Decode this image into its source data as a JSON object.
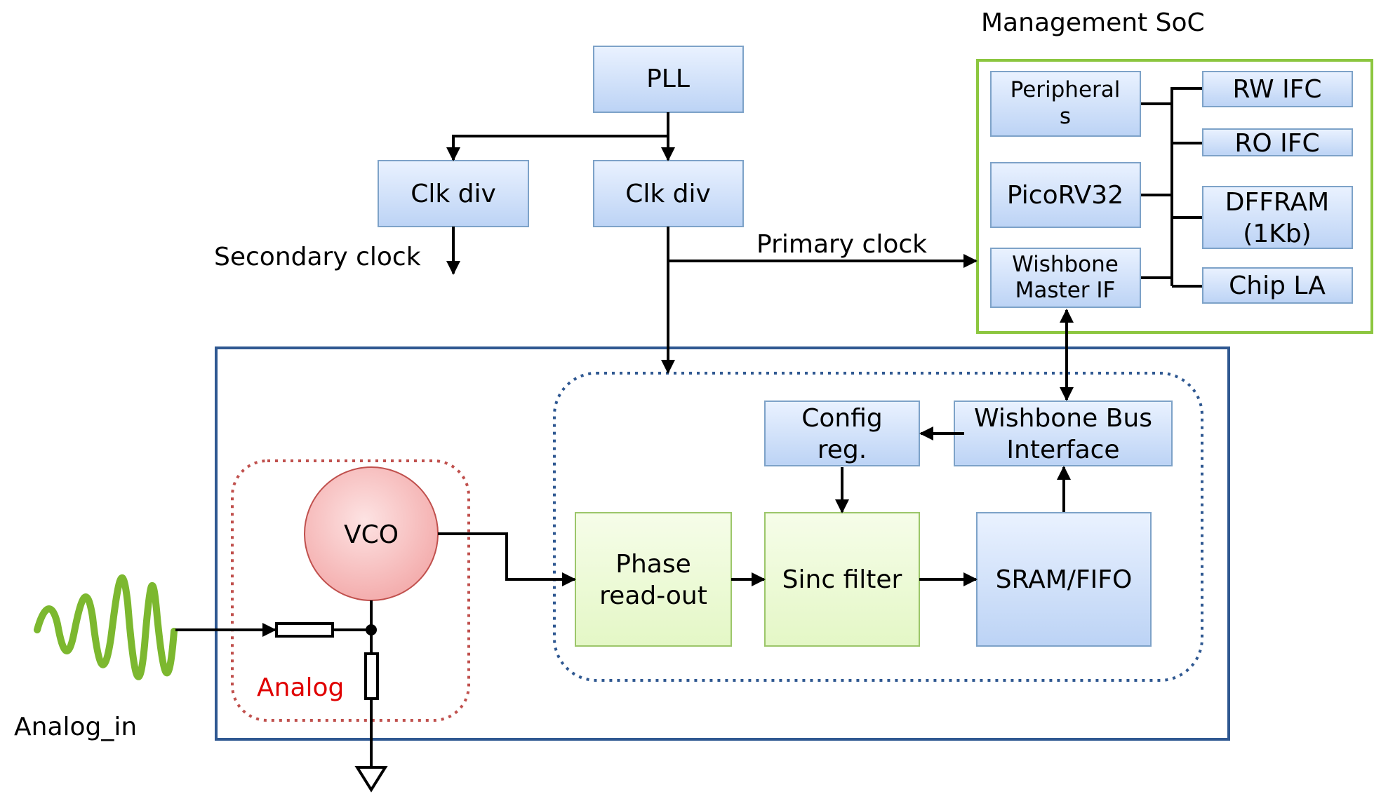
{
  "labels": {
    "pll": "PLL",
    "clk_div_left": "Clk div",
    "clk_div_right": "Clk div",
    "secondary_clock": "Secondary clock",
    "primary_clock": "Primary clock",
    "management_soc": "Management SoC",
    "peripherals_line1": "Peripheral",
    "peripherals_line2": "s",
    "picorv32": "PicoRV32",
    "wishbone_master_line1": "Wishbone",
    "wishbone_master_line2": "Master IF",
    "rw_ifc": "RW IFC",
    "ro_ifc": "RO IFC",
    "dffram_line1": "DFFRAM",
    "dffram_line2": "(1Kb)",
    "chip_la": "Chip LA",
    "config_reg_line1": "Config",
    "config_reg_line2": "reg.",
    "wishbone_bus_line1": "Wishbone Bus",
    "wishbone_bus_line2": "Interface",
    "vco": "VCO",
    "phase_readout_line1": "Phase",
    "phase_readout_line2": "read-out",
    "sinc_filter": "Sinc filter",
    "sram_fifo": "SRAM/FIFO",
    "analog": "Analog",
    "analog_in": "Analog_in"
  },
  "colors": {
    "soc_border": "#8cc63f",
    "chip_border": "#2f5891",
    "digital_dotted": "#2f5891",
    "analog_dotted": "#c0504d",
    "analog_label": "#e00000",
    "vco_fill": "#f4b6b6",
    "wave": "#7cb82f"
  }
}
